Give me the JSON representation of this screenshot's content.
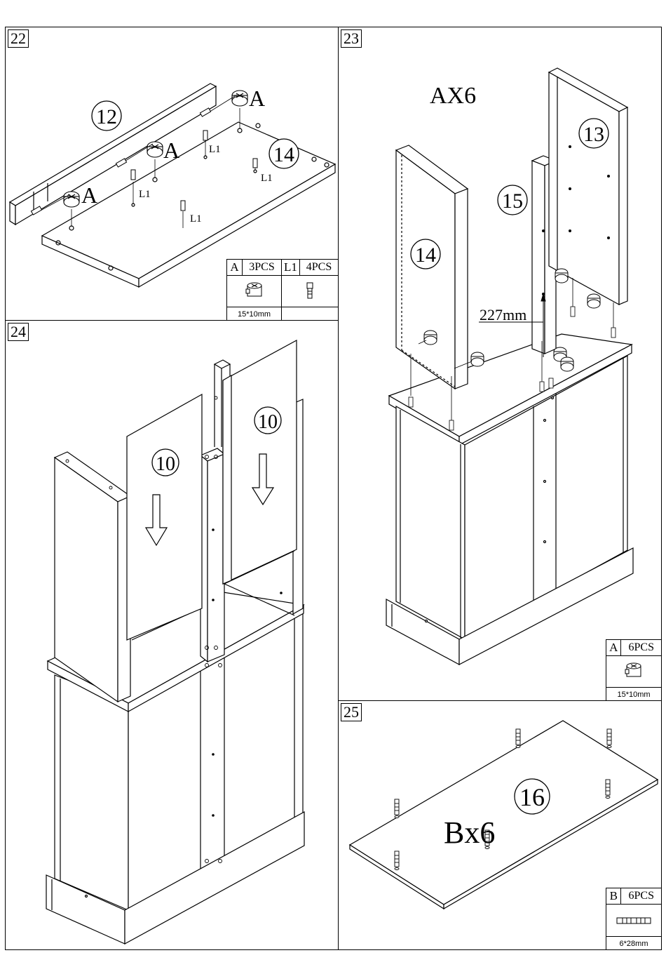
{
  "steps": [
    {
      "number": "22",
      "part_labels": [
        "12",
        "14"
      ],
      "fastener_labels": [
        "A",
        "A",
        "A",
        "L1",
        "L1",
        "L1",
        "L1"
      ],
      "parts_table": {
        "columns": [
          {
            "code": "A",
            "qty": "3PCS",
            "size": "15*10mm",
            "icon": "cam-lock-icon"
          },
          {
            "code": "L1",
            "qty": "4PCS",
            "size": "",
            "icon": "cam-bolt-icon"
          }
        ]
      }
    },
    {
      "number": "23",
      "callout": "AX6",
      "part_labels": [
        "13",
        "14",
        "15"
      ],
      "dimension": "227mm",
      "parts_table": {
        "columns": [
          {
            "code": "A",
            "qty": "6PCS",
            "size": "15*10mm",
            "icon": "cam-lock-icon"
          }
        ]
      }
    },
    {
      "number": "24",
      "part_labels": [
        "10",
        "10"
      ]
    },
    {
      "number": "25",
      "callout": "Bx6",
      "part_labels": [
        "16"
      ],
      "parts_table": {
        "columns": [
          {
            "code": "B",
            "qty": "6PCS",
            "size": "6*28mm",
            "icon": "wooden-dowel-icon"
          }
        ]
      }
    }
  ]
}
